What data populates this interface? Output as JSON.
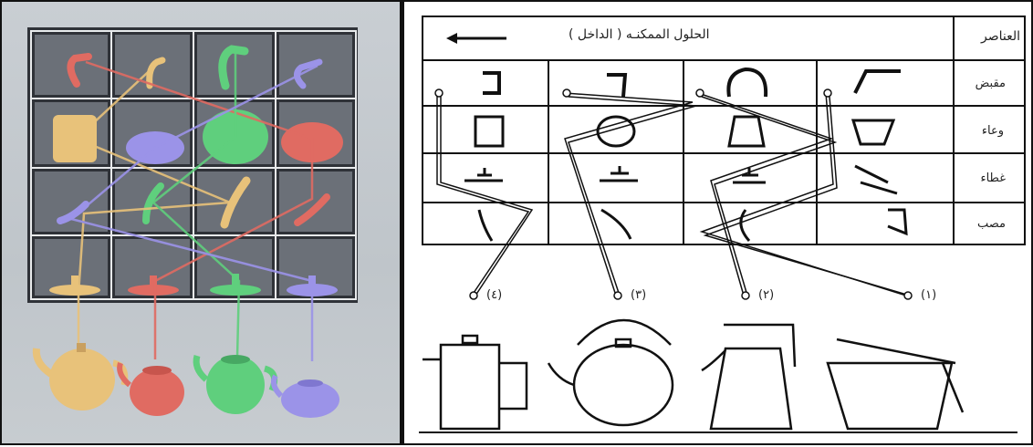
{
  "right": {
    "header_elements": "العناصر",
    "header_solutions": "الحلول الممكنـه ( الداخل )",
    "rows": [
      "مقبض",
      "وعاء",
      "غطاء",
      "مصب"
    ],
    "numbers": [
      "(٤)",
      "(٣)",
      "(٢)",
      "(١)"
    ]
  },
  "colors": {
    "yellow": "#e8c27a",
    "purple": "#9b93e8",
    "green": "#5fcf7d",
    "red": "#e06b62",
    "shelf": "#3a3d44"
  }
}
